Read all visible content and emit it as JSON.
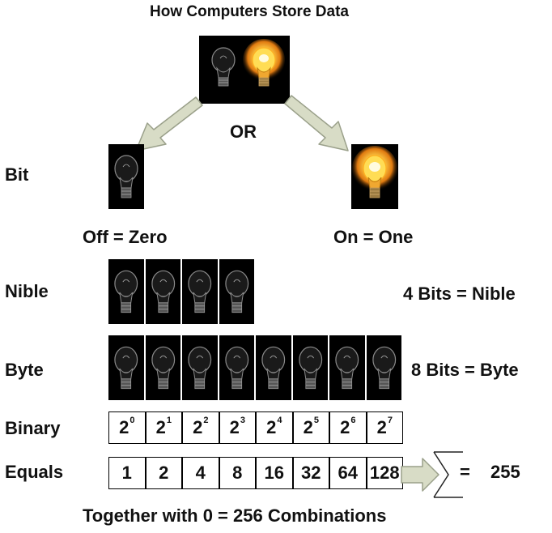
{
  "title": "How Computers Store Data",
  "or_label": "OR",
  "bit": {
    "label": "Bit",
    "off_label": "Off = Zero",
    "on_label": "On = One"
  },
  "nible": {
    "label": "Nible",
    "count": 4,
    "caption": "4 Bits = Nible"
  },
  "byte": {
    "label": "Byte",
    "count": 8,
    "caption": "8 Bits = Byte"
  },
  "binary": {
    "label": "Binary",
    "cells": [
      {
        "base": "2",
        "exp": "0"
      },
      {
        "base": "2",
        "exp": "1"
      },
      {
        "base": "2",
        "exp": "2"
      },
      {
        "base": "2",
        "exp": "3"
      },
      {
        "base": "2",
        "exp": "4"
      },
      {
        "base": "2",
        "exp": "5"
      },
      {
        "base": "2",
        "exp": "6"
      },
      {
        "base": "2",
        "exp": "7"
      }
    ]
  },
  "equals": {
    "label": "Equals",
    "values": [
      "1",
      "2",
      "4",
      "8",
      "16",
      "32",
      "64",
      "128"
    ],
    "result_sign": "=",
    "result": "255"
  },
  "footer": "Together with 0 = 256 Combinations",
  "colors": {
    "arrow_fill": "#d8dcc6",
    "arrow_stroke": "#9aa08a",
    "glow": "#ffd85a"
  }
}
